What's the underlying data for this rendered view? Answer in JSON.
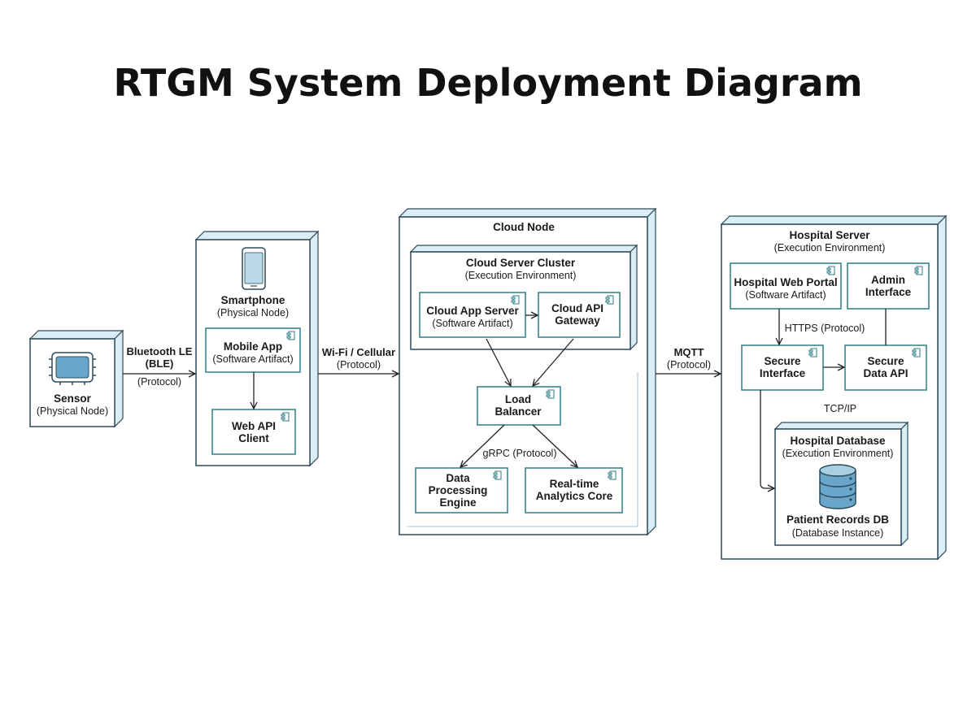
{
  "title": "RTGM System Deployment Diagram",
  "nodes": {
    "sensor": {
      "title": "Sensor",
      "subtitle": "(Physical Node)",
      "icon": "sensor-device-icon"
    },
    "smartphone": {
      "title": "Smartphone",
      "subtitle": "(Physical Node)",
      "icon": "smartphone-icon",
      "mobile_app": {
        "title": "Mobile App",
        "subtitle": "(Software Artifact)"
      },
      "web_api_client": {
        "title_line1": "Web API",
        "title_line2": "Client"
      }
    },
    "cloud": {
      "title": "Cloud Node",
      "cluster": {
        "title": "Cloud Server Cluster",
        "subtitle": "(Execution Environment)"
      },
      "cloud_app_server": {
        "title": "Cloud App Server",
        "subtitle": "(Software Artifact)"
      },
      "cloud_api_gateway": {
        "title_line1": "Cloud API",
        "title_line2": "Gateway"
      },
      "load_balancer": {
        "title_line1": "Load",
        "title_line2": "Balancer"
      },
      "data_processing": {
        "title_line1": "Data",
        "title_line2": "Processing",
        "title_line3": "Engine"
      },
      "realtime_analytics": {
        "title_line1": "Real-time",
        "title_line2": "Analytics Core"
      }
    },
    "hospital": {
      "title": "Hospital Server",
      "subtitle": "(Execution Environment)",
      "web_portal": {
        "title": "Hospital Web Portal",
        "subtitle": "(Software Artifact)"
      },
      "admin_interface": {
        "title_line1": "Admin",
        "title_line2": "Interface"
      },
      "secure_interface": {
        "title_line1": "Secure",
        "title_line2": "Interface"
      },
      "secure_data_api": {
        "title_line1": "Secure",
        "title_line2": "Data API"
      },
      "database": {
        "title": "Hospital Database",
        "subtitle": "(Execution Environment)",
        "records_title": "Patient Records DB",
        "records_subtitle": "(Database Instance)",
        "icon": "database-icon"
      }
    }
  },
  "connections": {
    "ble": {
      "line1": "Bluetooth LE",
      "line2": "(BLE)",
      "protocol": "(Protocol)"
    },
    "wifi": {
      "line1": "Wi-Fi / Cellular",
      "protocol": "(Protocol)"
    },
    "mqtt": {
      "line1": "MQTT",
      "protocol": "(Protocol)"
    },
    "grpc": "gRPC (Protocol)",
    "https": "HTTPS (Protocol)",
    "tcpip": "TCP/IP"
  },
  "colors": {
    "node_side": "#dceef5",
    "node_border": "#2b4a5a",
    "component_border": "#2e7d86",
    "icon_fill": "#6aa6c9"
  }
}
